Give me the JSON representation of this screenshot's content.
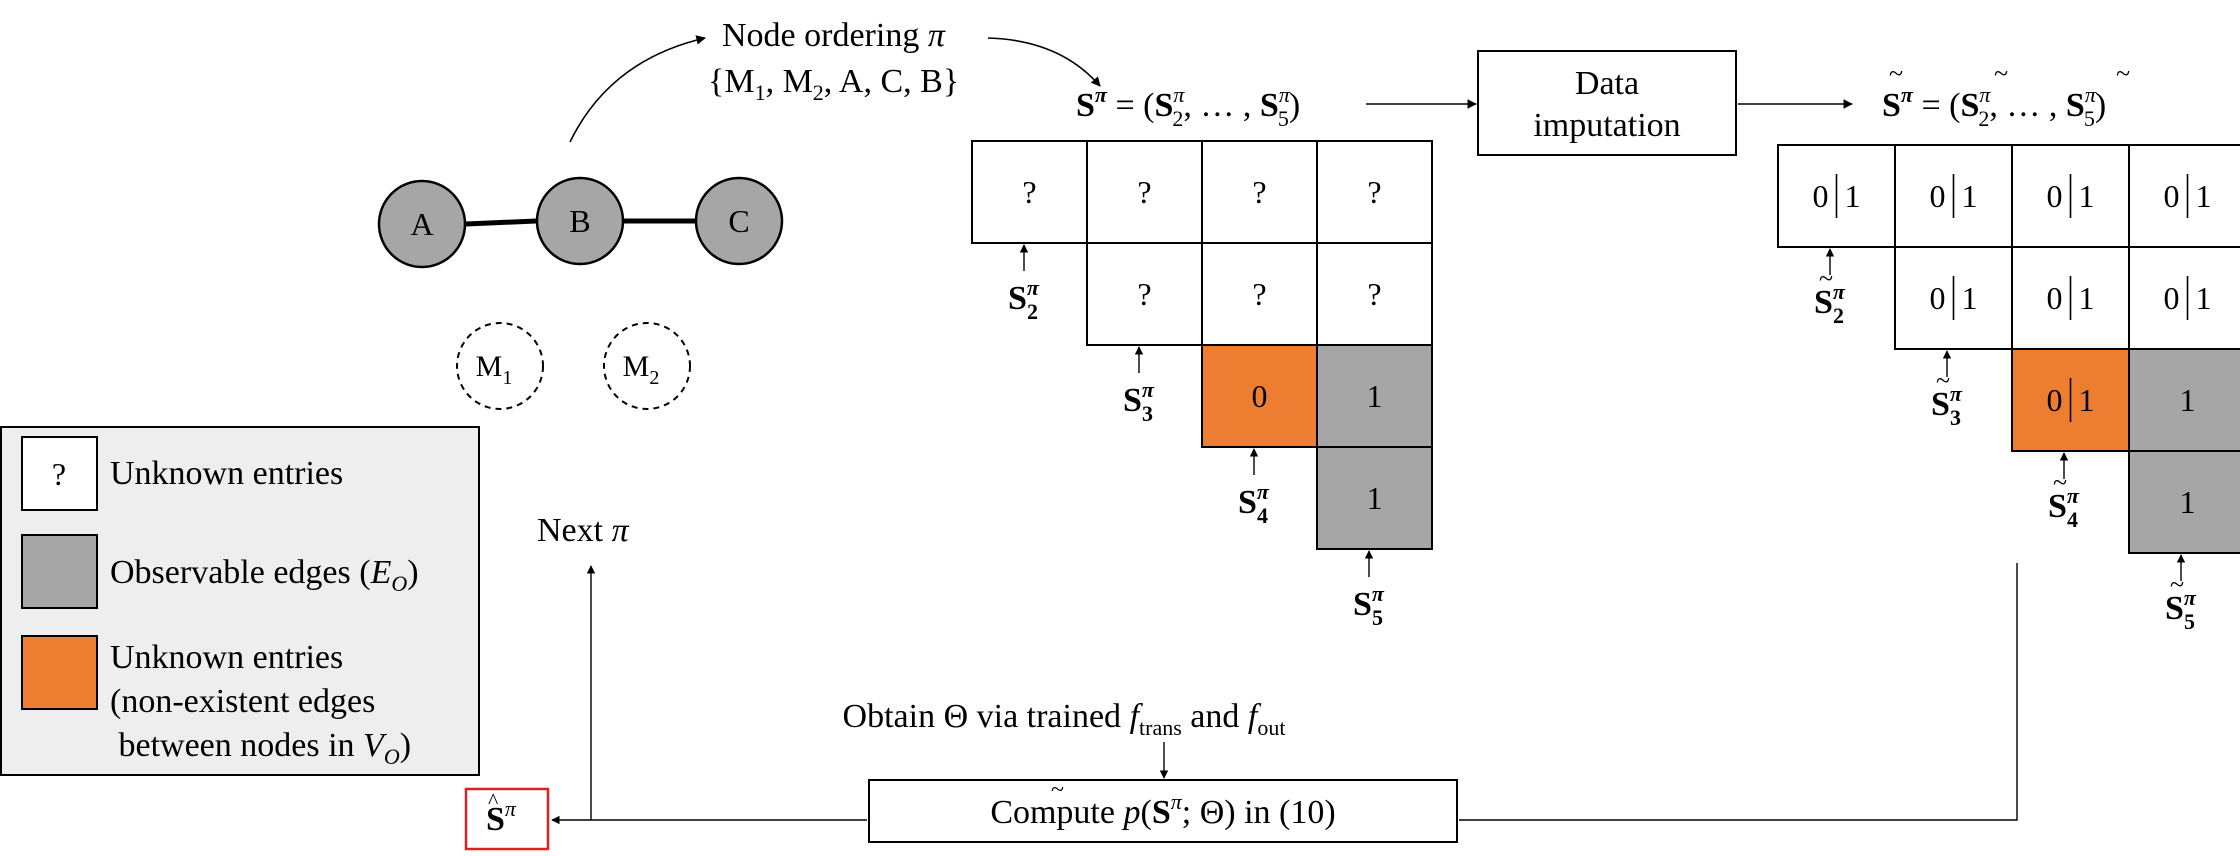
{
  "colors": {
    "node_fill": "#a6a6a6",
    "observed_gray": "#a6a6a6",
    "orange": "#ed7d31",
    "legend_bg": "#eeeeee",
    "highlight_red": "#e02020"
  },
  "graph": {
    "nodes": [
      {
        "label": "A"
      },
      {
        "label": "B"
      },
      {
        "label": "C"
      }
    ],
    "missing_nodes": [
      {
        "base": "M",
        "sub": "1"
      },
      {
        "base": "M",
        "sub": "2"
      }
    ]
  },
  "ordering": {
    "title": "Node ordering",
    "pi": "π",
    "set_open": "{M",
    "set_mid": ", M",
    "set_rest": ", A, C, B}",
    "sub1": "1",
    "sub2": "2"
  },
  "s_pi": {
    "symbol": "S",
    "pi": "π",
    "eq": " = (",
    "sub_start": "2",
    "dots": ", … , ",
    "sub_end": "5",
    "close": ")"
  },
  "imputation": {
    "line1": "Data",
    "line2": "imputation"
  },
  "matrix_left": {
    "rows": [
      [
        "?",
        "?",
        "?",
        "?"
      ],
      [
        "?",
        "?",
        "?"
      ],
      [
        "0",
        "1"
      ],
      [
        "1"
      ]
    ],
    "row_labels": [
      "2",
      "3",
      "4",
      "5"
    ]
  },
  "matrix_right": {
    "rows": [
      [
        [
          "0",
          "1"
        ],
        [
          "0",
          "1"
        ],
        [
          "0",
          "1"
        ],
        [
          "0",
          "1"
        ]
      ],
      [
        [
          "0",
          "1"
        ],
        [
          "0",
          "1"
        ],
        [
          "0",
          "1"
        ]
      ],
      [
        [
          "0",
          "1"
        ],
        "1"
      ],
      [
        "1"
      ]
    ],
    "row_labels": [
      "2",
      "3",
      "4",
      "5"
    ]
  },
  "legend": {
    "items": [
      {
        "swatch_text": "?",
        "label": "Unknown entries"
      },
      {
        "swatch_text": "",
        "label": "Observable edges (",
        "math": "E",
        "sub": "O",
        "after": ")"
      },
      {
        "swatch_text": "",
        "line1": "Unknown entries",
        "line2": "(non-existent edges",
        "line3": " between nodes in ",
        "math": "V",
        "sub": "O",
        "after": ")"
      }
    ]
  },
  "next": {
    "text": "Next ",
    "pi": "π"
  },
  "obtain": {
    "prefix": "Obtain Θ via trained ",
    "f": "f",
    "sub1": "trans",
    "mid": " and ",
    "sub2": "out"
  },
  "compute": {
    "prefix": "Compute ",
    "p": "p",
    "open": "(",
    "S": "S",
    "pi": "π",
    "rest": "; Θ) in (10)"
  },
  "output": {
    "S": "S",
    "pi": "π",
    "hat": "^"
  }
}
